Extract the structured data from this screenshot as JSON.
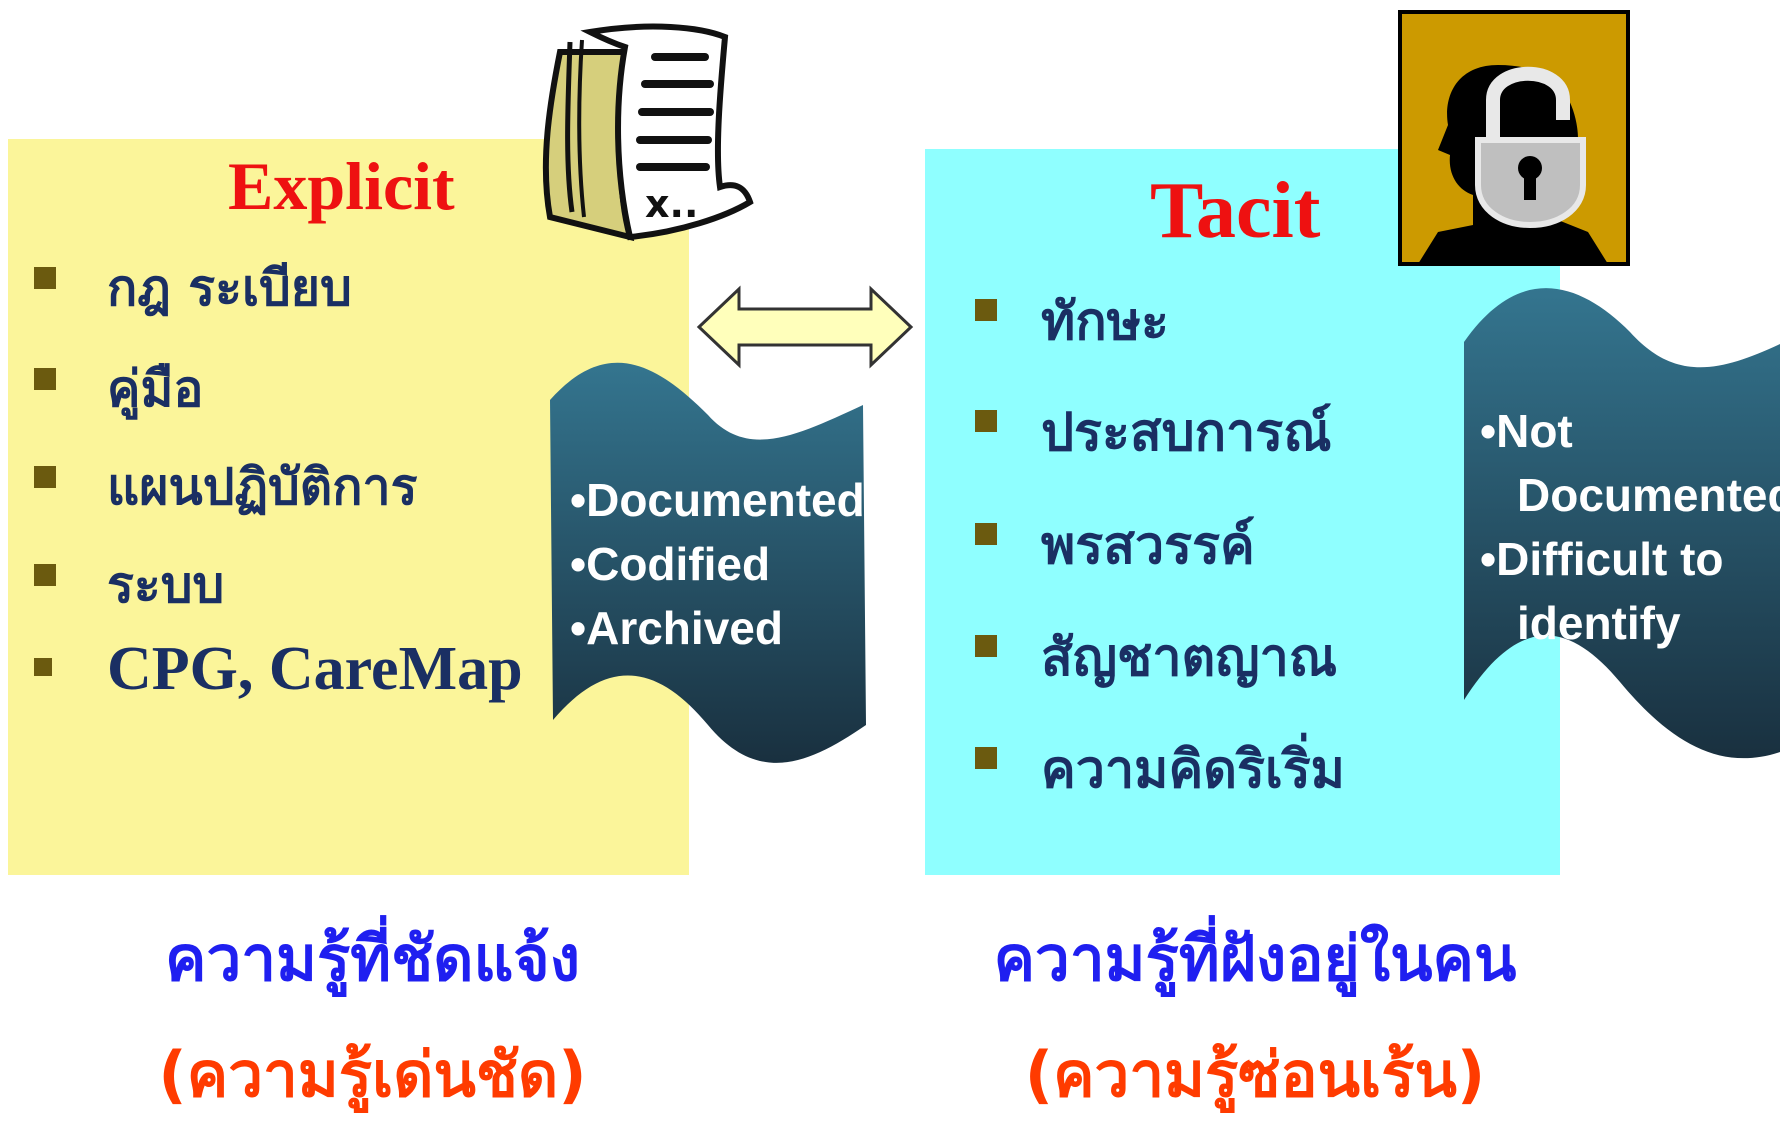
{
  "explicit": {
    "title": "Explicit",
    "items": [
      "กฎ ระเบียบ",
      "คู่มือ",
      "แผนปฏิบัติการ",
      "ระบบ",
      "CPG, CareMap"
    ],
    "banner": [
      "•Documented",
      "•Codified",
      "•Archived"
    ],
    "caption": "ความรู้ที่ชัดแจ้ง",
    "subcaption": "(ความรู้เด่นชัด)",
    "icon": "document-scroll-icon"
  },
  "tacit": {
    "title": "Tacit",
    "items": [
      "ทักษะ",
      "ประสบการณ์",
      "พรสวรรค์",
      "สัญชาตญาณ",
      "ความคิดริเริ่ม"
    ],
    "banner": [
      "•Not",
      "Documented",
      "•Difficult to",
      "identify"
    ],
    "caption": "ความรู้ที่ฝังอยู่ในคน",
    "subcaption": "(ความรู้ซ่อนเร้น)",
    "icon": "head-padlock-icon"
  },
  "colors": {
    "explicit_bg": "#fbf59a",
    "tacit_bg": "#8fffff",
    "title_red": "#ee1111",
    "item_navy": "#1a2f63",
    "caption_blue": "#1f1ff0",
    "subcaption_orange": "#ff3b00",
    "banner_teal": "#2c6a85"
  }
}
